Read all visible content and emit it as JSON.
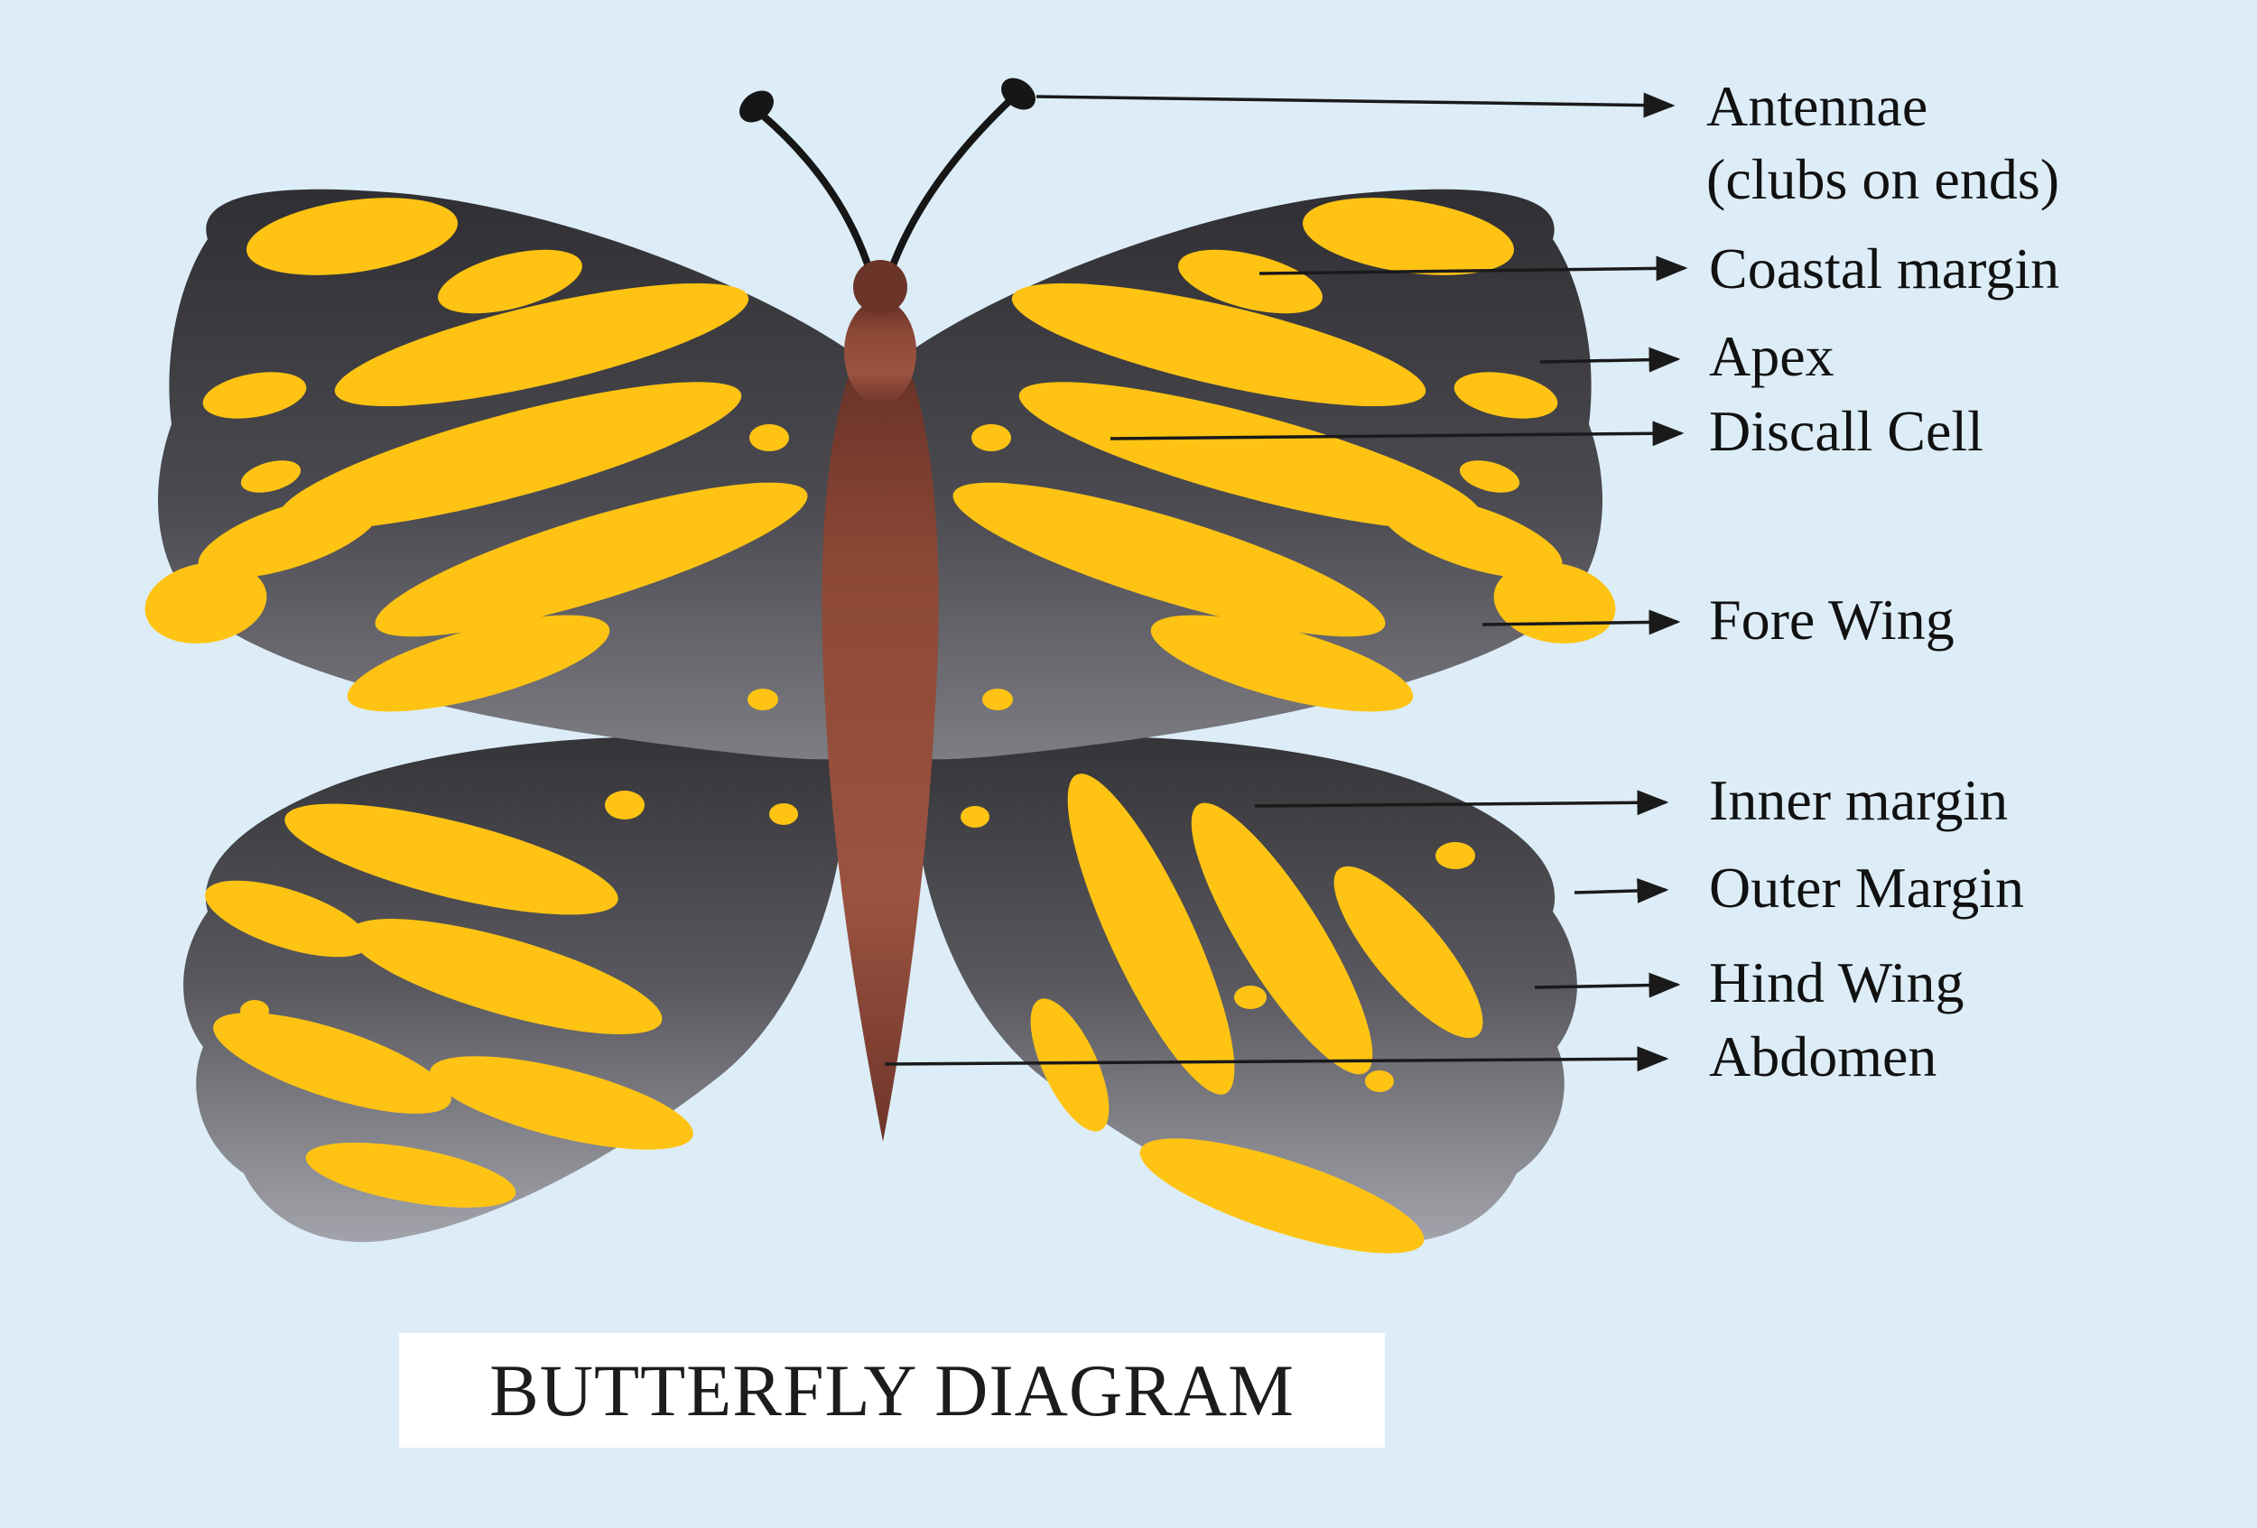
{
  "title": "BUTTERFLY DIAGRAM",
  "labels": {
    "antennae": {
      "line1": "Antennae",
      "line2": "(clubs on ends)"
    },
    "coastal_margin": "Coastal margin",
    "apex": "Apex",
    "discall_cell": "Discall Cell",
    "fore_wing": "Fore Wing",
    "inner_margin": "Inner margin",
    "outer_margin": "Outer Margin",
    "hind_wing": "Hind Wing",
    "abdomen": "Abdomen"
  },
  "colors": {
    "background": "#dcedf8",
    "wing_dark": "#302f33",
    "wing_light": "#7d7d83",
    "hind_wing_light": "#a3a3ab",
    "spot_yellow": "#ffc413",
    "body_brown": "#8c4836",
    "leader_line": "#1a1a1a",
    "title_background": "#ffffff",
    "text": "#111111"
  }
}
